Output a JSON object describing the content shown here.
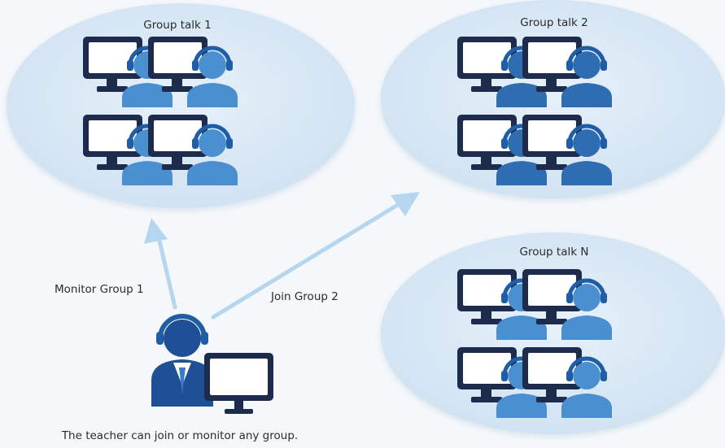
{
  "groups": [
    {
      "title": "Group talk 1"
    },
    {
      "title": "Group talk 2"
    },
    {
      "title": "Group talk N"
    }
  ],
  "arrows": {
    "monitor_label": "Monitor Group 1",
    "join_label": "Join Group 2"
  },
  "caption": "The teacher can join or monitor any group.",
  "colors": {
    "background": "#f5f8fb",
    "ellipse_fill": "#dbe9f5",
    "monitor_frame": "#1d2b4d",
    "monitor_screen": "#ffffff",
    "student_light": "#4a8fd0",
    "student_dark": "#2e6db2",
    "headset": "#1f5ea6",
    "arrow": "#b5d6ee",
    "teacher_body": "#1f4f94"
  },
  "icons": {
    "student": "student-headset-icon",
    "teacher": "teacher-headset-icon",
    "computer": "computer-monitor-icon"
  }
}
